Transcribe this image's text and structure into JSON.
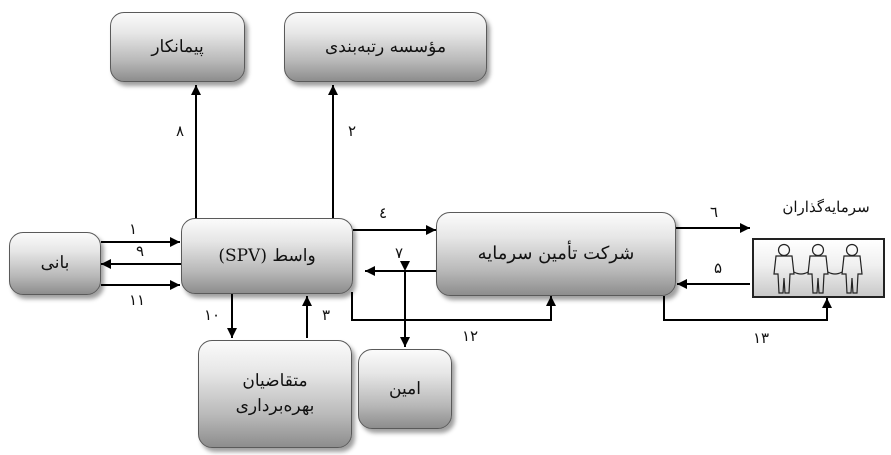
{
  "nodes": {
    "contractor": "پیمانکار",
    "rating_agency": "مؤسسه رتبه‌بندی",
    "sponsor": "بانی",
    "spv": "واسط (SPV)",
    "financing_company": "شرکت تأمین سرمایه",
    "applicants_line1": "متقاضیان",
    "applicants_line2": "بهره‌برداری",
    "trustee": "امین",
    "investors": "سرمایه‌گذاران"
  },
  "edge_labels": {
    "e1": "۱",
    "e2": "۲",
    "e3": "۳",
    "e4": "٤",
    "e5": "۵",
    "e6": "٦",
    "e7": "۷",
    "e8": "۸",
    "e9": "۹",
    "e10": "۱۰",
    "e11": "۱۱",
    "e12": "۱۲",
    "e13": "۱۳"
  },
  "icons": {
    "investors": "people-group-icon"
  },
  "colors": {
    "box_top": "#fbfbfb",
    "box_bottom": "#8d8d8d",
    "box_border": "#5a5a5a",
    "line": "#000000"
  }
}
